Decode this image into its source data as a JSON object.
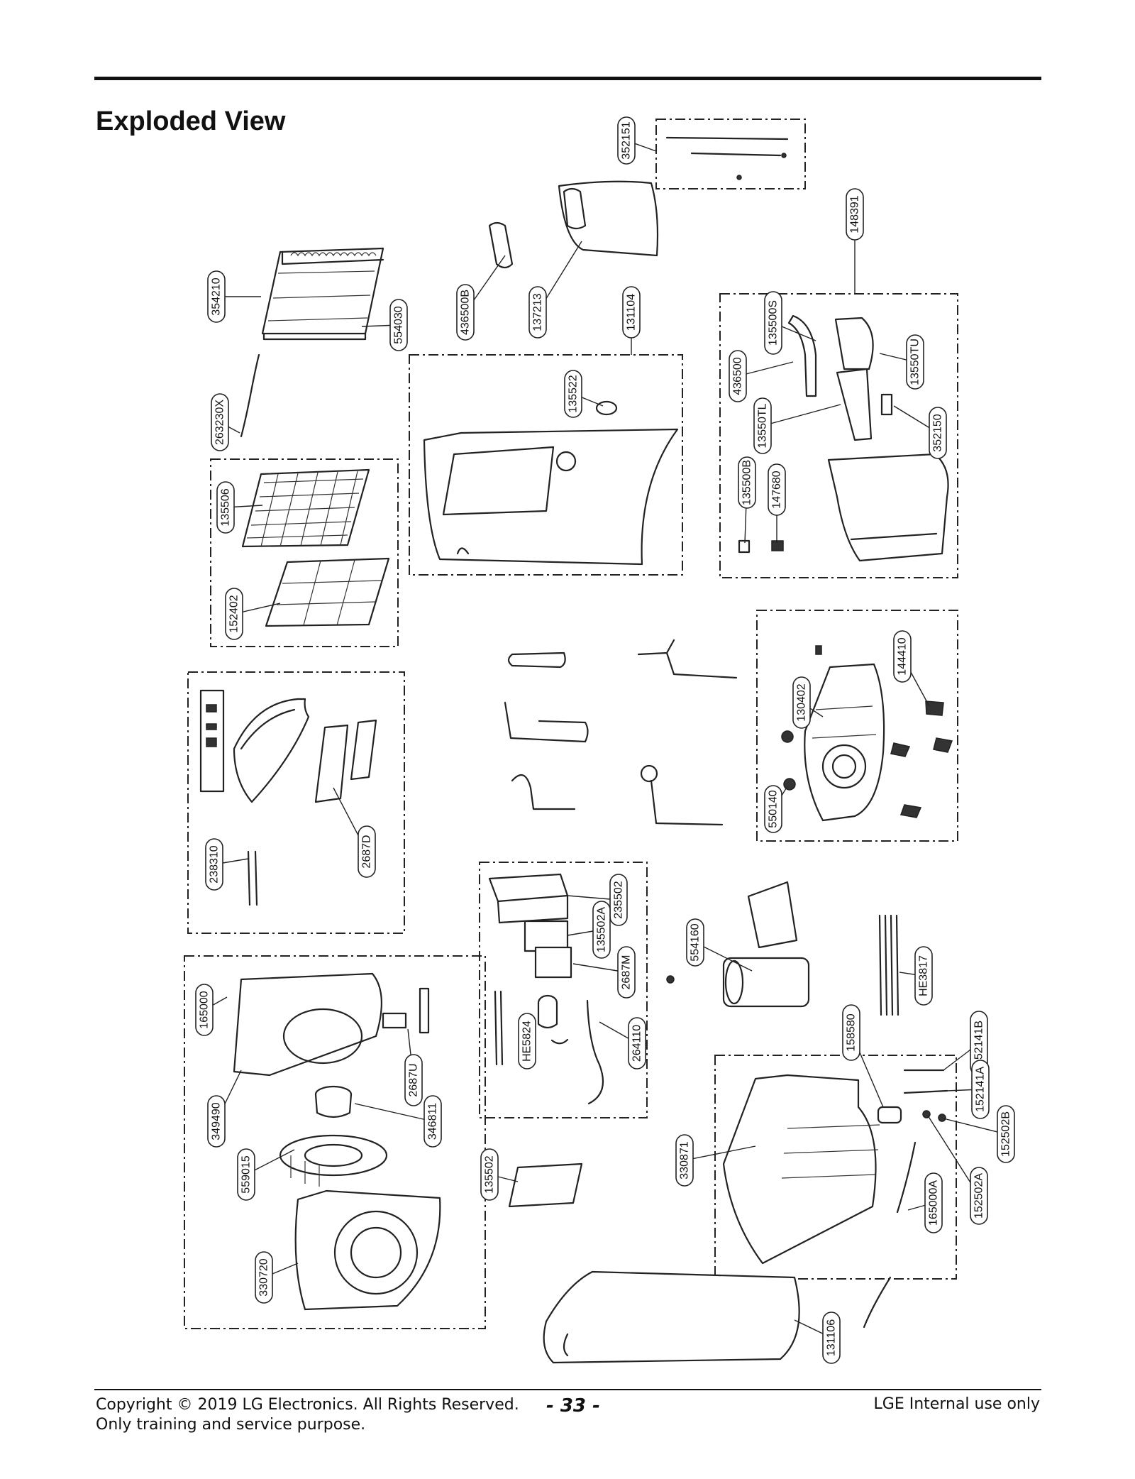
{
  "title": "Exploded View",
  "footer": {
    "copyright": "Copyright © 2019 LG Electronics. All Rights Reserved.",
    "purpose": "Only training and service purpose.",
    "page": "- 33 -",
    "internal": "LGE Internal use only"
  },
  "part_labels": [
    {
      "id": "352151"
    },
    {
      "id": "148391"
    },
    {
      "id": "354210"
    },
    {
      "id": "554030"
    },
    {
      "id": "436500B"
    },
    {
      "id": "137213"
    },
    {
      "id": "131104"
    },
    {
      "id": "135500S"
    },
    {
      "id": "436500"
    },
    {
      "id": "13550TU"
    },
    {
      "id": "135522"
    },
    {
      "id": "13550TL"
    },
    {
      "id": "352150"
    },
    {
      "id": "263230X"
    },
    {
      "id": "135506"
    },
    {
      "id": "135500B"
    },
    {
      "id": "147680"
    },
    {
      "id": "152402"
    },
    {
      "id": "144410"
    },
    {
      "id": "130402"
    },
    {
      "id": "550140"
    },
    {
      "id": "238310"
    },
    {
      "id": "2687D"
    },
    {
      "id": "235502"
    },
    {
      "id": "135502A"
    },
    {
      "id": "2687M"
    },
    {
      "id": "554160"
    },
    {
      "id": "HE3817"
    },
    {
      "id": "165000"
    },
    {
      "id": "HE5824"
    },
    {
      "id": "264110"
    },
    {
      "id": "158580"
    },
    {
      "id": "152141B"
    },
    {
      "id": "2687U"
    },
    {
      "id": "349490"
    },
    {
      "id": "346811"
    },
    {
      "id": "152141A"
    },
    {
      "id": "152502B"
    },
    {
      "id": "559015"
    },
    {
      "id": "135502"
    },
    {
      "id": "330871"
    },
    {
      "id": "152502A"
    },
    {
      "id": "165000A"
    },
    {
      "id": "330720"
    },
    {
      "id": "131106"
    }
  ]
}
